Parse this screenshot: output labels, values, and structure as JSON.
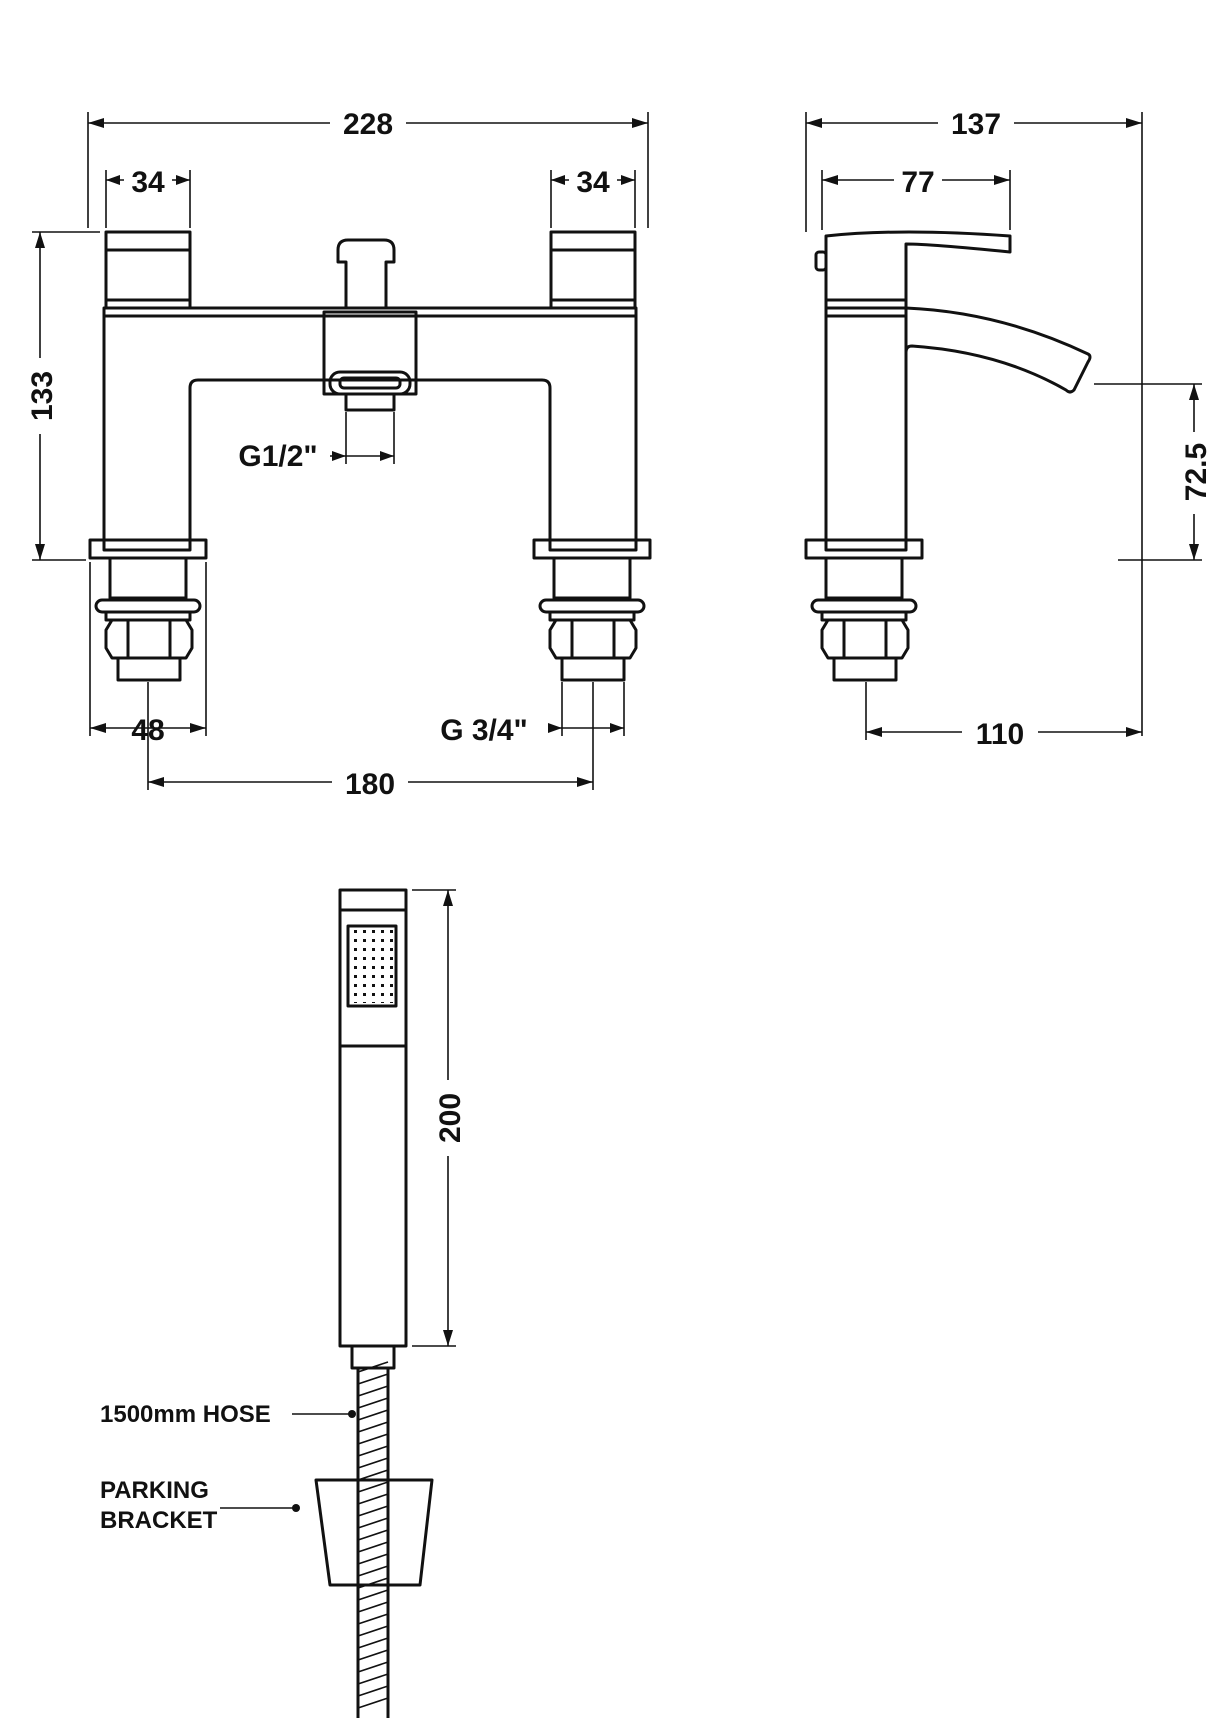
{
  "front_view": {
    "overall_width": "228",
    "handle_width_left": "34",
    "handle_width_right": "34",
    "height": "133",
    "diverter_thread": "G1/2\"",
    "base_width": "48",
    "inlet_thread": "G 3/4\"",
    "centres": "180"
  },
  "side_view": {
    "overall_depth": "137",
    "spout_reach": "77",
    "spout_height": "72.5",
    "base_to_spout": "110"
  },
  "handset": {
    "length": "200",
    "hose_label": "1500mm HOSE",
    "bracket_label_line1": "PARKING",
    "bracket_label_line2": "BRACKET"
  }
}
